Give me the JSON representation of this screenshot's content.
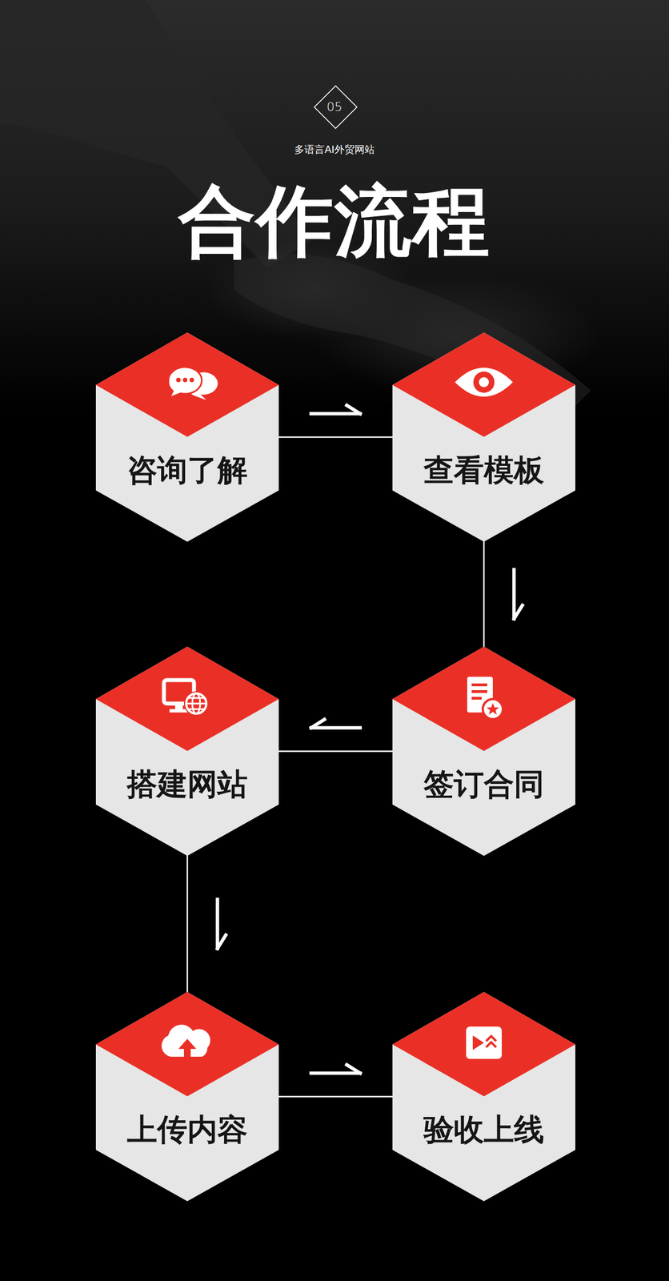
{
  "diagram": {
    "title": "合作流程",
    "nodes": [
      {
        "text": [
          "咨询了解"
        ]
      },
      {
        "text": [
          "查看模板"
        ]
      },
      {
        "text": [
          "签订合同"
        ]
      },
      {
        "text": [
          "搭建网站"
        ]
      },
      {
        "text": [
          "上传内容"
        ]
      },
      {
        "text": [
          "验收上线"
        ]
      }
    ],
    "edges": [
      {
        "from": 0,
        "to": 1,
        "arrow": "to"
      },
      {
        "from": 1,
        "to": 2,
        "arrow": "to"
      },
      {
        "from": 2,
        "to": 3,
        "arrow": "to"
      },
      {
        "from": 3,
        "to": 4,
        "arrow": "to"
      },
      {
        "from": 4,
        "to": 5,
        "arrow": "to"
      }
    ],
    "labels": [
      "05",
      "多语言AI外贸网站"
    ]
  }
}
